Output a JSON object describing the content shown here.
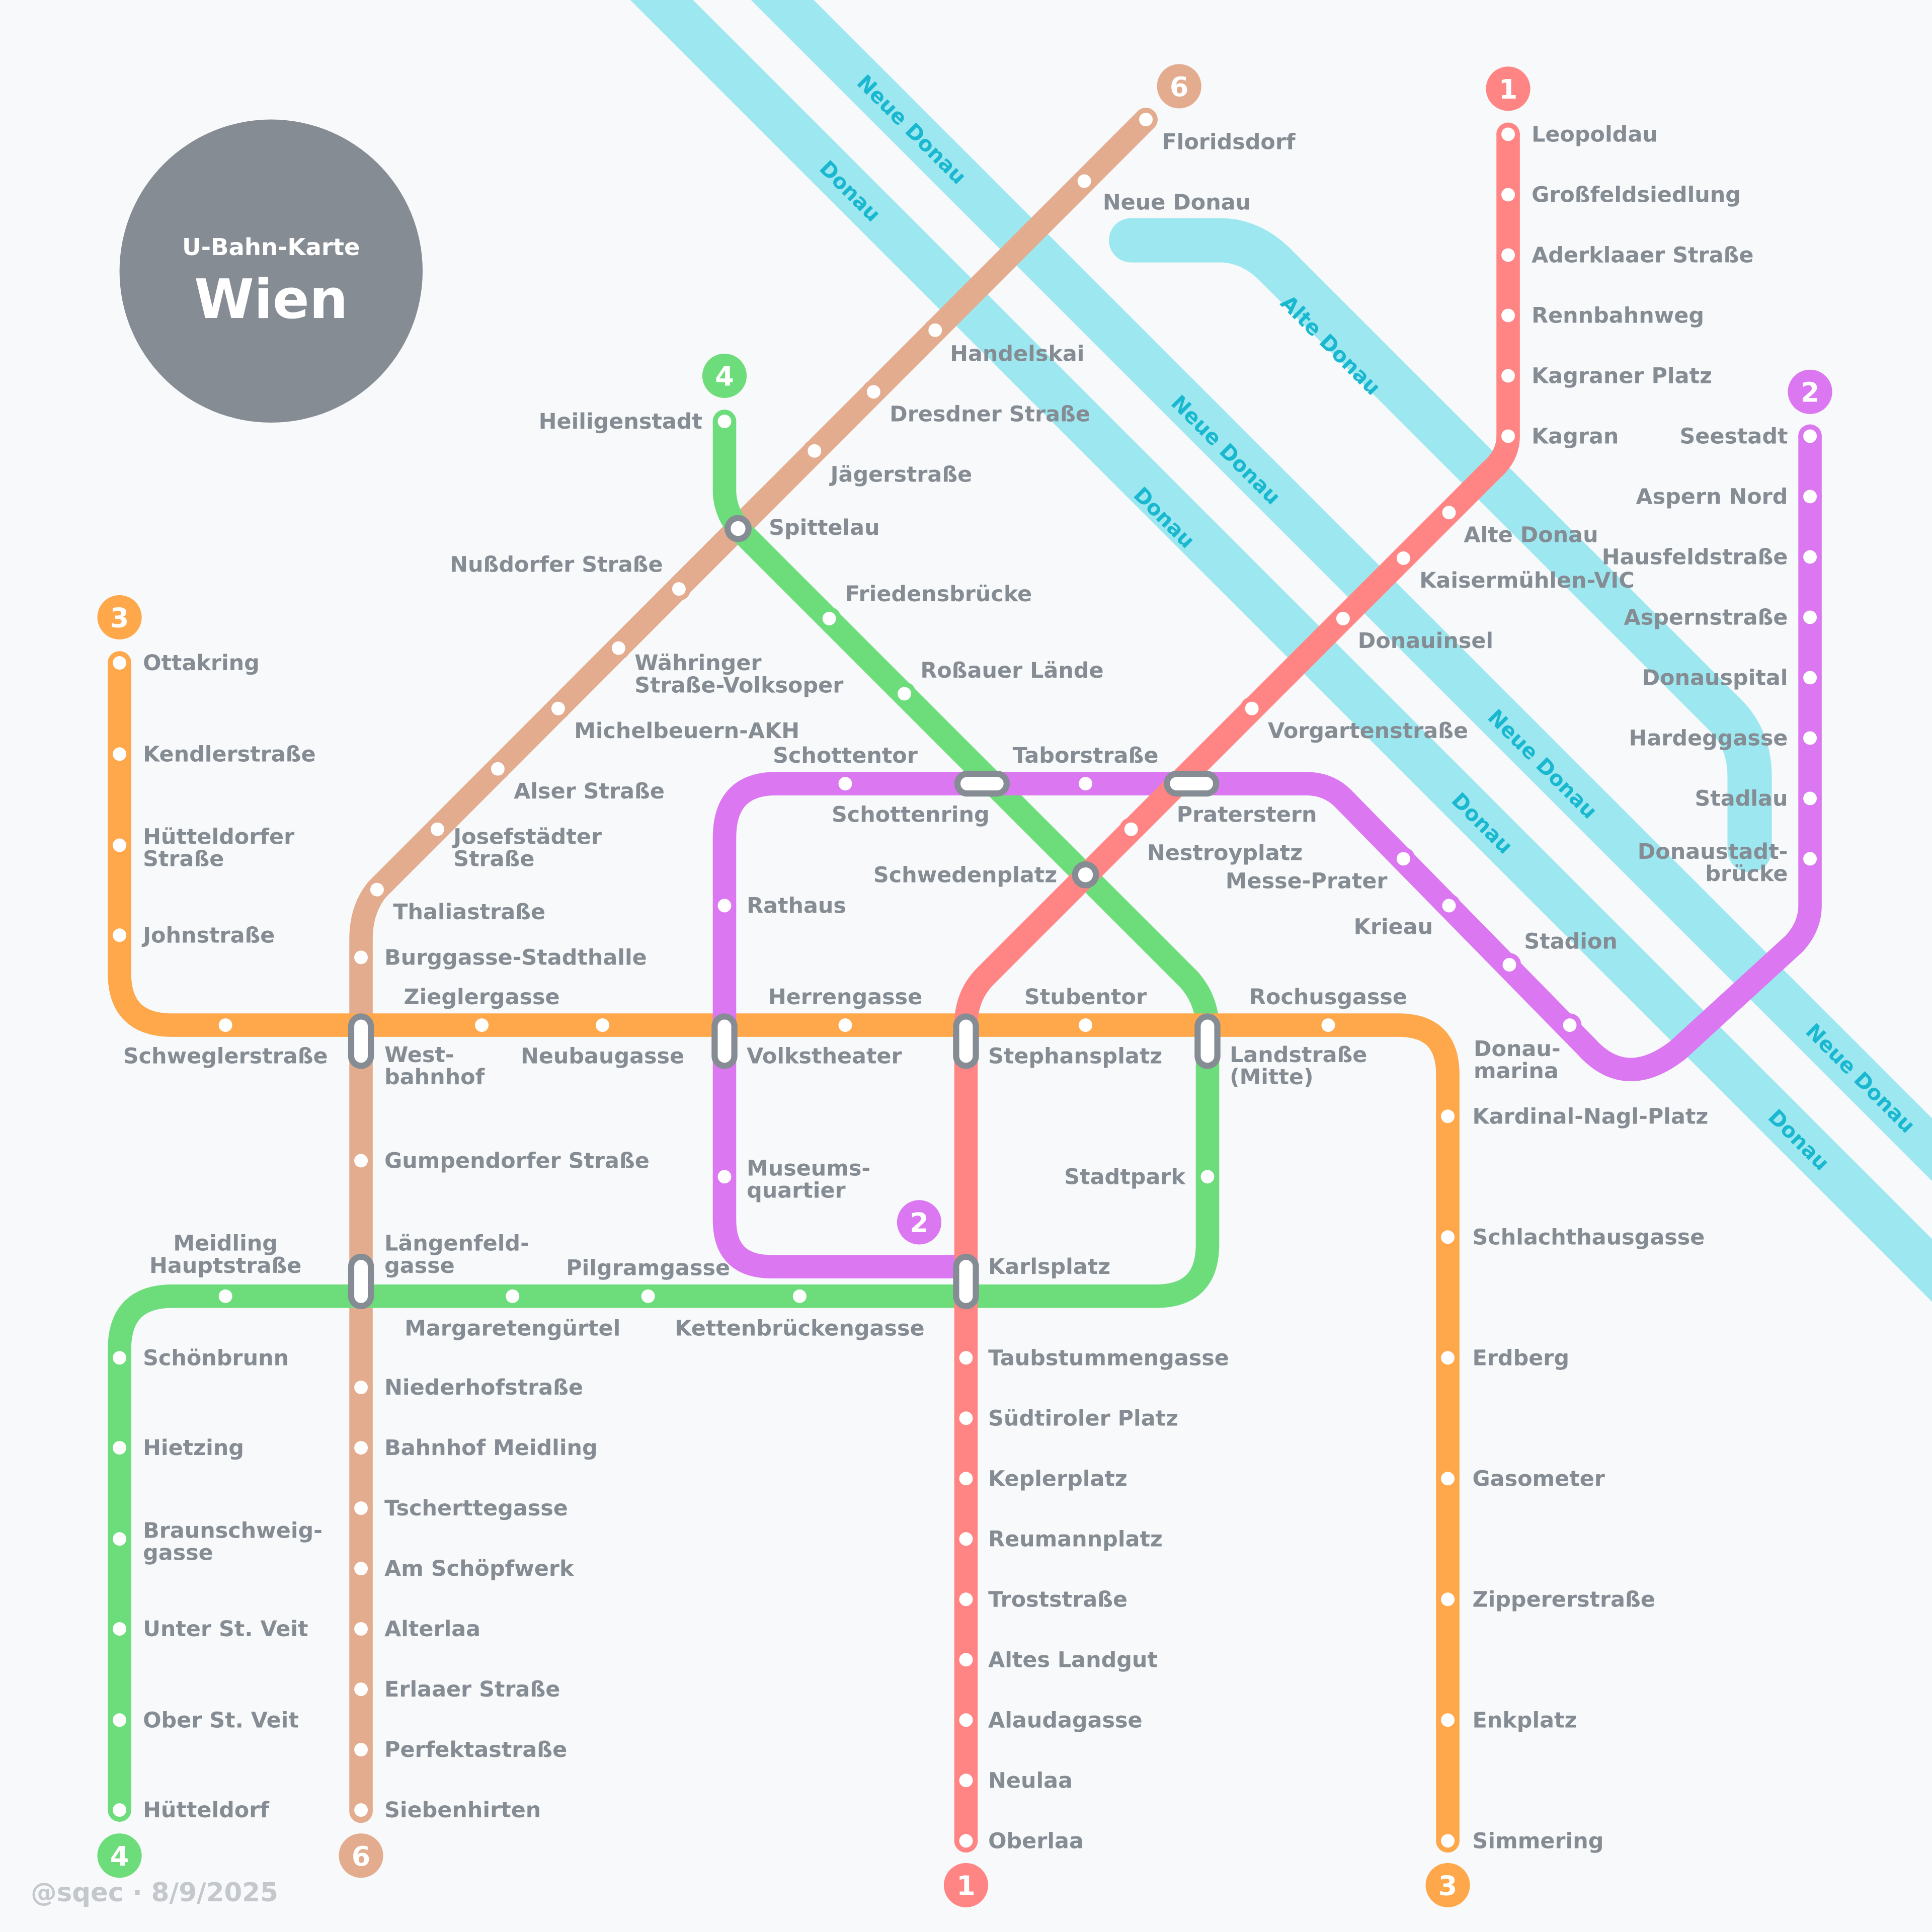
{
  "title": {
    "subtitle": "U-Bahn-Karte",
    "city": "Wien"
  },
  "credit": "@sqec · 8/9/2025",
  "colors": {
    "background": "#f7f9fa",
    "text": "#858c93",
    "river": "#9de8f0",
    "river_text": "#1ab8d0",
    "interchange": "#868c93"
  },
  "rivers": {
    "donau": "Donau",
    "neue_donau": "Neue Donau",
    "alte_donau": "Alte Donau"
  },
  "lines": {
    "U1": {
      "number": "1",
      "color": "#ff8585"
    },
    "U2": {
      "number": "2",
      "color": "#db77f0"
    },
    "U3": {
      "number": "3",
      "color": "#fea84b"
    },
    "U4": {
      "number": "4",
      "color": "#6ddc7b"
    },
    "U6": {
      "number": "6",
      "color": "#e3ac8e"
    }
  },
  "stations": {
    "leopoldau": [
      "Leopoldau"
    ],
    "grossfeldsiedlung": [
      "Großfeldsiedlung"
    ],
    "aderklaaer": [
      "Aderklaaer Straße"
    ],
    "rennbahnweg": [
      "Rennbahnweg"
    ],
    "kagraner_platz": [
      "Kagraner Platz"
    ],
    "kagran": [
      "Kagran"
    ],
    "alte_donau": [
      "Alte Donau"
    ],
    "kaisermuehlen": [
      "Kaisermühlen-VIC"
    ],
    "donauinsel": [
      "Donauinsel"
    ],
    "vorgarten": [
      "Vorgartenstraße"
    ],
    "praterstern": [
      "Praterstern"
    ],
    "nestroyplatz": [
      "Nestroyplatz"
    ],
    "schwedenplatz": [
      "Schwedenplatz"
    ],
    "stephansplatz": [
      "Stephansplatz"
    ],
    "karlsplatz": [
      "Karlsplatz"
    ],
    "taubstummengasse": [
      "Taubstummengasse"
    ],
    "suedtiroler": [
      "Südtiroler Platz"
    ],
    "keplerplatz": [
      "Keplerplatz"
    ],
    "reumannplatz": [
      "Reumannplatz"
    ],
    "troststrasse": [
      "Troststraße"
    ],
    "altes_landgut": [
      "Altes Landgut"
    ],
    "alaudagasse": [
      "Alaudagasse"
    ],
    "neulaa": [
      "Neulaa"
    ],
    "oberlaa": [
      "Oberlaa"
    ],
    "seestadt": [
      "Seestadt"
    ],
    "aspern_nord": [
      "Aspern Nord"
    ],
    "hausfeld": [
      "Hausfeldstraße"
    ],
    "aspernstrasse": [
      "Aspernstraße"
    ],
    "donauspital": [
      "Donauspital"
    ],
    "hardeggasse": [
      "Hardeggasse"
    ],
    "stadlau": [
      "Stadlau"
    ],
    "donaustadtbruecke": [
      "Donaustadt-",
      "brücke"
    ],
    "donaumarina": [
      "Donau-",
      "marina"
    ],
    "stadion": [
      "Stadion"
    ],
    "krieau": [
      "Krieau"
    ],
    "messe_prater": [
      "Messe-Prater"
    ],
    "taborstrasse": [
      "Taborstraße"
    ],
    "schottenring": [
      "Schottenring"
    ],
    "schottentor": [
      "Schottentor"
    ],
    "rathaus": [
      "Rathaus"
    ],
    "volkstheater": [
      "Volkstheater"
    ],
    "museumsquartier": [
      "Museums-",
      "quartier"
    ],
    "ottakring": [
      "Ottakring"
    ],
    "kendlerstrasse": [
      "Kendlerstraße"
    ],
    "huetteldorfer": [
      "Hütteldorfer",
      "Straße"
    ],
    "johnstrasse": [
      "Johnstraße"
    ],
    "schwegler": [
      "Schweglerstraße"
    ],
    "westbahnhof": [
      "West-",
      "bahnhof"
    ],
    "zieglergasse": [
      "Zieglergasse"
    ],
    "neubaugasse": [
      "Neubaugasse"
    ],
    "herrengasse": [
      "Herrengasse"
    ],
    "stubentor": [
      "Stubentor"
    ],
    "landstrasse": [
      "Landstraße",
      "(Mitte)"
    ],
    "rochusgasse": [
      "Rochusgasse"
    ],
    "kardinal": [
      "Kardinal-Nagl-Platz"
    ],
    "schlachthaus": [
      "Schlachthausgasse"
    ],
    "erdberg": [
      "Erdberg"
    ],
    "gasometer": [
      "Gasometer"
    ],
    "zipperer": [
      "Zippererstraße"
    ],
    "enkplatz": [
      "Enkplatz"
    ],
    "simmering": [
      "Simmering"
    ],
    "heiligenstadt": [
      "Heiligenstadt"
    ],
    "spittelau": [
      "Spittelau"
    ],
    "friedensbruecke": [
      "Friedensbrücke"
    ],
    "rossauer": [
      "Roßauer Lände"
    ],
    "stadtpark": [
      "Stadtpark"
    ],
    "kettenbrueckengasse": [
      "Kettenbrückengasse"
    ],
    "pilgramgasse": [
      "Pilgramgasse"
    ],
    "margaretenguertel": [
      "Margaretengürtel"
    ],
    "laengenfeldgasse": [
      "Längenfeld-",
      "gasse"
    ],
    "meidling_haupt": [
      "Meidling",
      "Hauptstraße"
    ],
    "schoenbrunn": [
      "Schönbrunn"
    ],
    "hietzing": [
      "Hietzing"
    ],
    "braunschweiggasse": [
      "Braunschweig-",
      "gasse"
    ],
    "unter_st_veit": [
      "Unter St. Veit"
    ],
    "ober_st_veit": [
      "Ober St. Veit"
    ],
    "huetteldorf": [
      "Hütteldorf"
    ],
    "floridsdorf": [
      "Floridsdorf"
    ],
    "neue_donau": [
      "Neue Donau"
    ],
    "handelskai": [
      "Handelskai"
    ],
    "dresdner": [
      "Dresdner Straße"
    ],
    "jaegerstrasse": [
      "Jägerstraße"
    ],
    "nussdorfer": [
      "Nußdorfer Straße"
    ],
    "waehringer": [
      "Währinger",
      "Straße-Volksoper"
    ],
    "michelbeuern": [
      "Michelbeuern-AKH"
    ],
    "alser": [
      "Alser Straße"
    ],
    "josefstaedter": [
      "Josefstädter",
      "Straße"
    ],
    "thaliastrasse": [
      "Thaliastraße"
    ],
    "burggasse": [
      "Burggasse-Stadthalle"
    ],
    "gumpendorfer": [
      "Gumpendorfer Straße"
    ],
    "niederhof": [
      "Niederhofstraße"
    ],
    "bahnhof_meidling": [
      "Bahnhof Meidling"
    ],
    "tscherttegasse": [
      "Tscherttegasse"
    ],
    "am_schoepfwerk": [
      "Am Schöpfwerk"
    ],
    "alterlaa": [
      "Alterlaa"
    ],
    "erlaaer": [
      "Erlaaer Straße"
    ],
    "perfektastrasse": [
      "Perfektastraße"
    ],
    "siebenhirten": [
      "Siebenhirten"
    ]
  }
}
